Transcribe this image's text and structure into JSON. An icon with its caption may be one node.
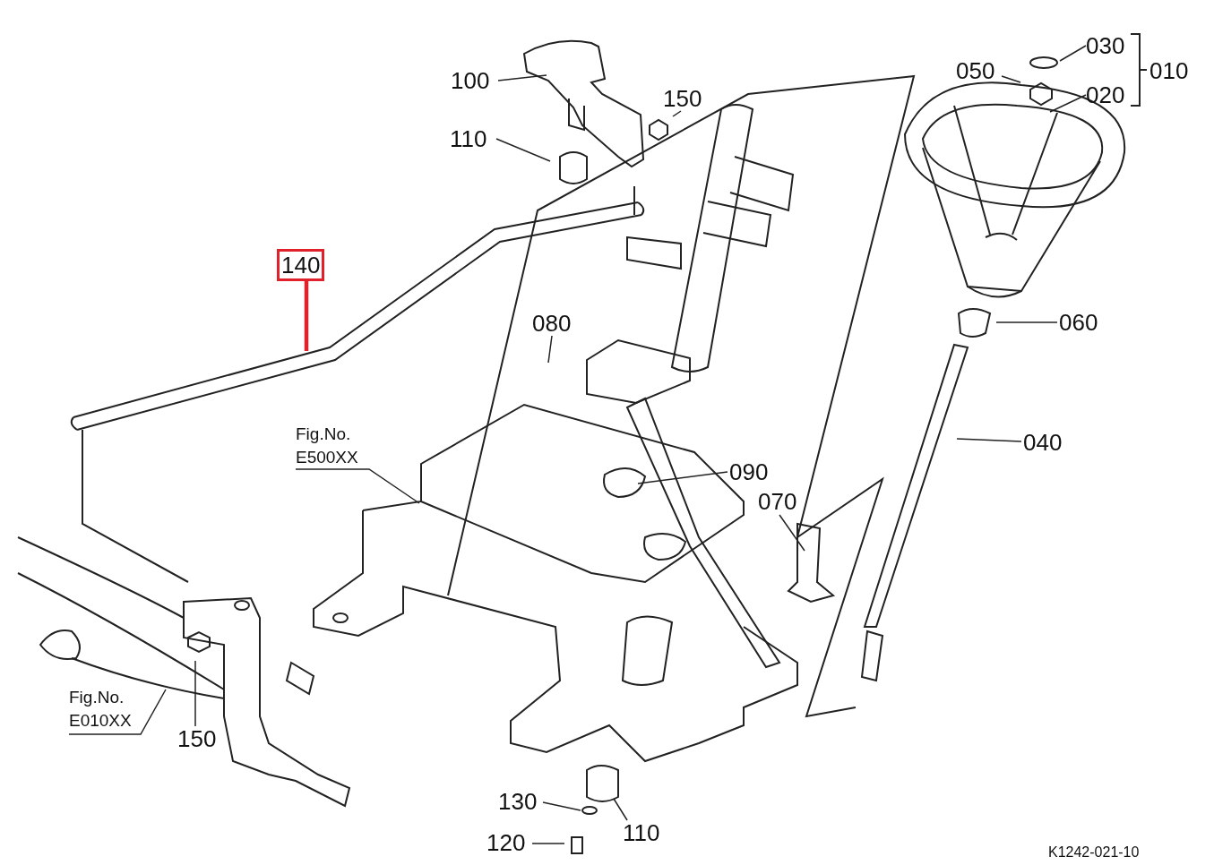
{
  "diagram": {
    "nodes": [
      {
        "text": [
          "100"
        ]
      },
      {
        "text": [
          "110"
        ]
      },
      {
        "text": [
          "150"
        ]
      },
      {
        "text": [
          "140"
        ]
      },
      {
        "text": [
          "080"
        ]
      },
      {
        "text": [
          "Fig.No. E500XX"
        ]
      },
      {
        "text": [
          "090"
        ]
      },
      {
        "text": [
          "070"
        ]
      },
      {
        "text": [
          "040"
        ]
      },
      {
        "text": [
          "060"
        ]
      },
      {
        "text": [
          "050"
        ]
      },
      {
        "text": [
          "030"
        ]
      },
      {
        "text": [
          "020"
        ]
      },
      {
        "text": [
          "150"
        ]
      },
      {
        "text": [
          "Fig.No. E010XX"
        ]
      },
      {
        "text": [
          "130"
        ]
      },
      {
        "text": [
          "110"
        ]
      },
      {
        "text": [
          "120"
        ]
      }
    ],
    "edges": [
      {
        "from": 0,
        "to": null,
        "arrow": "none"
      },
      {
        "from": 1,
        "to": null,
        "arrow": "none"
      },
      {
        "from": 2,
        "to": null,
        "arrow": "none"
      },
      {
        "from": 3,
        "to": null,
        "arrow": "none",
        "style": "thick",
        "color": "#e0202a"
      },
      {
        "from": 4,
        "to": null,
        "arrow": "none"
      },
      {
        "from": 5,
        "to": null,
        "arrow": "none"
      },
      {
        "from": 6,
        "to": null,
        "arrow": "none"
      },
      {
        "from": 7,
        "to": null,
        "arrow": "none"
      },
      {
        "from": 8,
        "to": null,
        "arrow": "none"
      },
      {
        "from": 9,
        "to": null,
        "arrow": "none"
      },
      {
        "from": 10,
        "to": null,
        "arrow": "none"
      },
      {
        "from": 11,
        "to": null,
        "arrow": "none"
      },
      {
        "from": 12,
        "to": null,
        "arrow": "none"
      },
      {
        "from": 13,
        "to": null,
        "arrow": "none"
      },
      {
        "from": 14,
        "to": null,
        "arrow": "none"
      },
      {
        "from": 15,
        "to": null,
        "arrow": "none"
      },
      {
        "from": 16,
        "to": null,
        "arrow": "none"
      },
      {
        "from": 17,
        "to": null,
        "arrow": "none"
      }
    ],
    "labels": [
      "010",
      "K1242-021-10"
    ]
  }
}
